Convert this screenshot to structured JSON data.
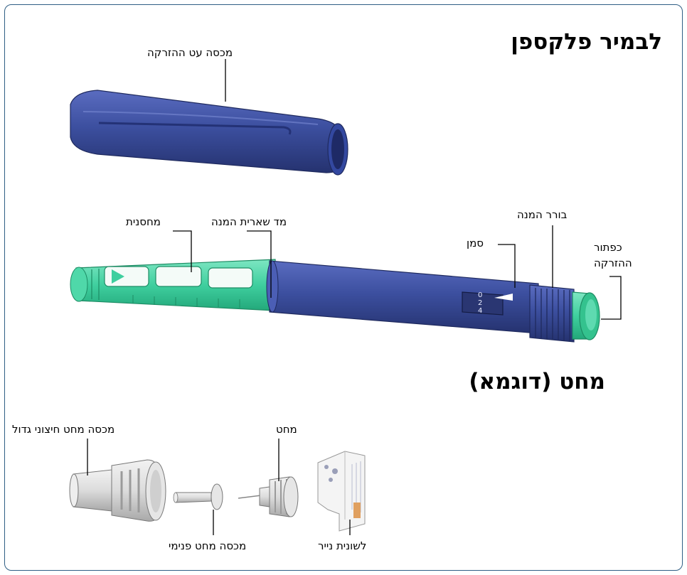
{
  "titles": {
    "pen": "לבמיר פלקספן",
    "needle": "מחט (דוגמא)"
  },
  "labels": {
    "pen_cap": "מכסה עט ההזרקה",
    "cartridge": "מחסנית",
    "residual_scale": "מד שארית המנה",
    "pointer": "סמן",
    "dose_selector": "בורר המנה",
    "push_button_line1": "כפתור",
    "push_button_line2": "ההזרקה",
    "outer_needle_cap": "מכסה מחט חיצוני גדול",
    "needle": "מחט",
    "inner_needle_cap": "מכסה מחט פנימי",
    "paper_tab": "לשונית נייר"
  },
  "dose_window_marks": [
    "0",
    "2",
    "4"
  ],
  "colors": {
    "frame": "#2f5e84",
    "pen_blue": "#3c4f9f",
    "pen_blue_dark": "#28377a",
    "cartridge_green": "#3fcf9f",
    "button_green": "#34c28e",
    "label_text": "#000000"
  }
}
